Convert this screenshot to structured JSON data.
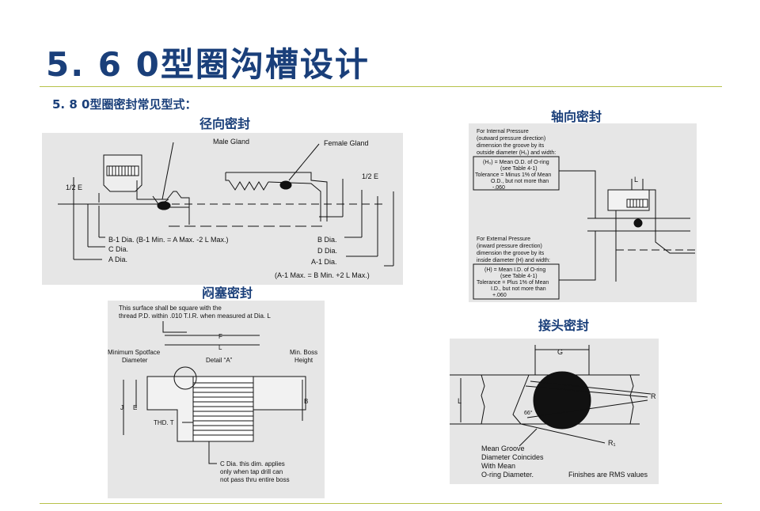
{
  "slide": {
    "title": "5. 6 0型圈沟槽设计",
    "subtitle": "5. 8 0型圈密封常见型式："
  },
  "captions": {
    "radial": "径向密封",
    "axial": "轴向密封",
    "plug": "闷塞密封",
    "fitting": "接头密封"
  },
  "radial_diagram": {
    "male_gland": "Male Gland",
    "female_gland": "Female Gland",
    "half_e_left": "1/2 E",
    "half_e_right": "1/2 E",
    "b1_dia": "B-1 Dia. (B-1 Min. = A Max. -2 L Max.)",
    "c_dia": "C Dia.",
    "a_dia": "A Dia.",
    "b_dia": "B Dia.",
    "d_dia": "D Dia.",
    "a1_dia": "A-1 Dia.",
    "a1_note": "(A-1 Max. = B Min. +2 L Max.)"
  },
  "axial_diagram": {
    "internal_l1": "For Internal Pressure",
    "internal_l2": "(outward pressure direction)",
    "internal_l3": "dimension the groove by its",
    "internal_l4": "outside diameter (H₀) and width:",
    "box1_l1": "(H₀) = Mean O.D. of O-ring",
    "box1_l2": "(see Table 4-1)",
    "box1_l3": "Tolerance = Minus 1% of Mean",
    "box1_l4": "O.D., but not more than",
    "box1_l5": "-.060",
    "external_l1": "For External Pressure",
    "external_l2": "(inward pressure direction)",
    "external_l3": "dimension the groove by its",
    "external_l4": "inside diameter (H) and width:",
    "box2_l1": "(H) = Mean I.D. of O-ring",
    "box2_l2": "(see Table 4-1)",
    "box2_l3": "Tolerance = Plus 1% of Mean",
    "box2_l4": "I.D., but not more than",
    "box2_l5": "+.060",
    "l_label": "L"
  },
  "plug_diagram": {
    "note_l1": "This surface shall be square with the",
    "note_l2": "thread P.D. within .010 T.I.R. when measured at Dia. L",
    "f_label": "F",
    "l_label": "L",
    "spotface_l1": "Minimum Spotface",
    "spotface_l2": "Diameter",
    "detail": "Detail “A”",
    "boss_l1": "Min. Boss",
    "boss_l2": "Height",
    "j_label": "J",
    "e_label": "E",
    "b_label": "B",
    "thd": "THD. T",
    "c_note_l1": "C Dia. this dim. applies",
    "c_note_l2": "only when tap drill can",
    "c_note_l3": "not pass thru entire boss"
  },
  "fitting_diagram": {
    "g_label": "G",
    "l_label": "L",
    "r_label": "R",
    "r1_label": "R₁",
    "angle": "66°",
    "mean_l1": "Mean Groove",
    "mean_l2": "Diameter Coincides",
    "mean_l3": "With Mean",
    "mean_l4": "O-ring Diameter.",
    "finish": "Finishes are RMS values"
  }
}
